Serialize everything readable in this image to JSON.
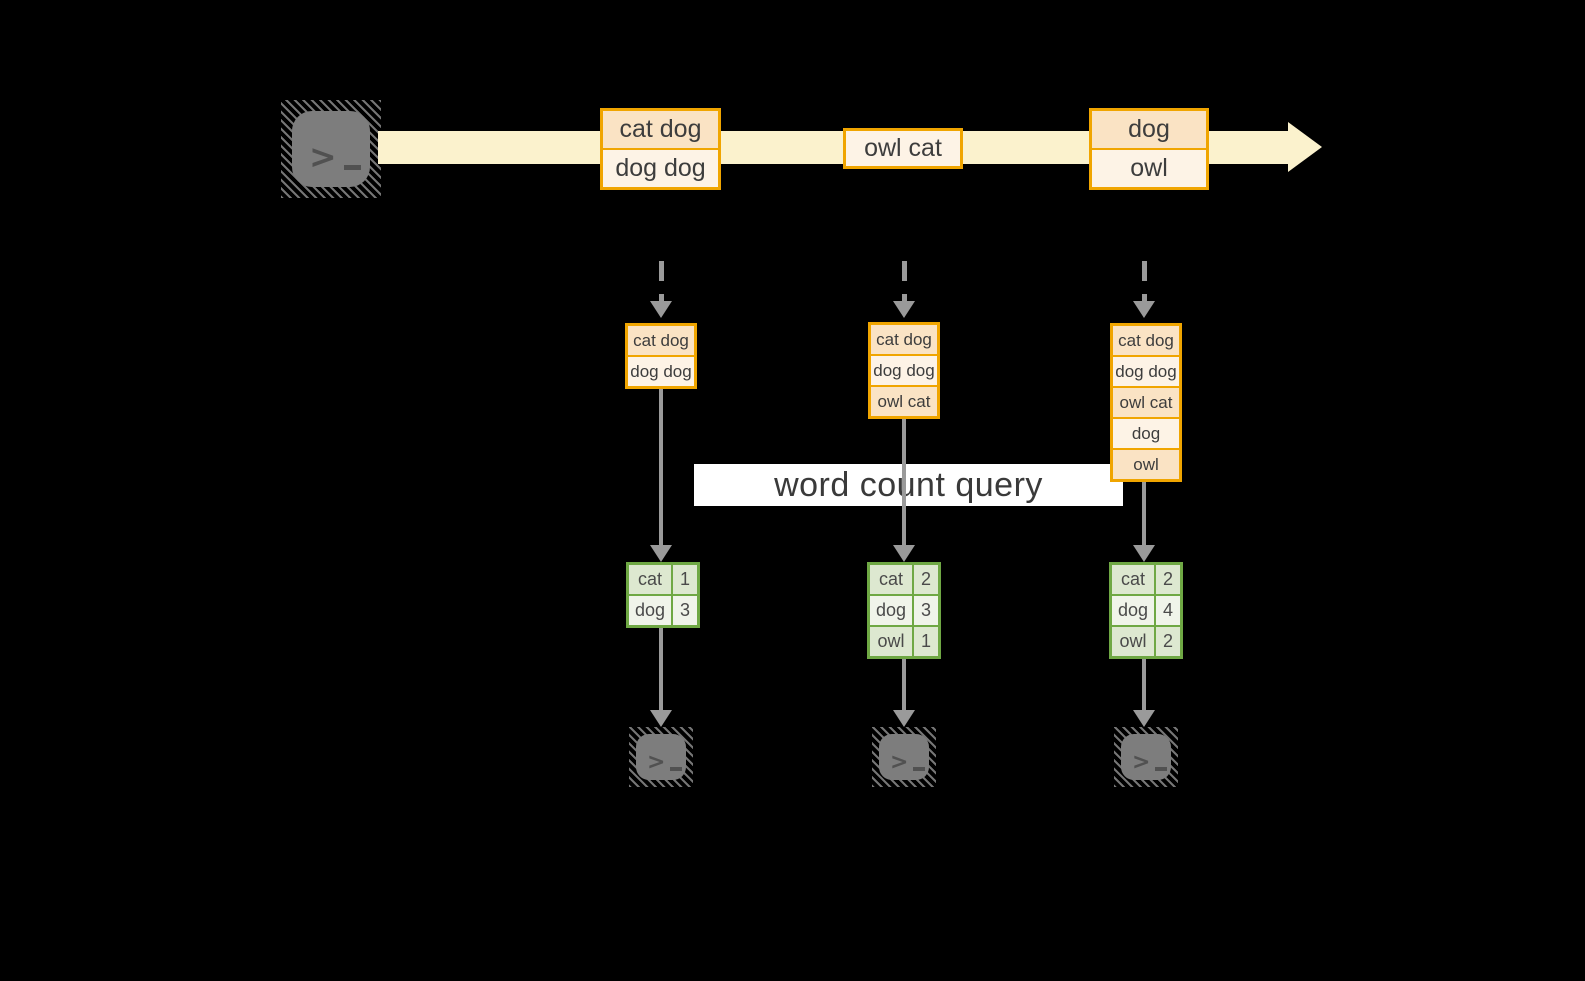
{
  "diagram": {
    "query_label": "word count query",
    "stream": {
      "source_icon": "terminal-icon",
      "sink_icon": "terminal-icon",
      "arrowhead_icon": "right-arrowhead-icon",
      "events": [
        {
          "rows": [
            "cat dog",
            "dog dog"
          ]
        },
        {
          "rows": [
            "owl cat"
          ]
        },
        {
          "rows": [
            "dog",
            "owl"
          ]
        }
      ]
    },
    "snapshots": [
      {
        "buffer": [
          "cat dog",
          "dog dog"
        ],
        "counts": [
          {
            "word": "cat",
            "count": "1"
          },
          {
            "word": "dog",
            "count": "3"
          }
        ]
      },
      {
        "buffer": [
          "cat dog",
          "dog dog",
          "owl cat"
        ],
        "counts": [
          {
            "word": "cat",
            "count": "2"
          },
          {
            "word": "dog",
            "count": "3"
          },
          {
            "word": "owl",
            "count": "1"
          }
        ]
      },
      {
        "buffer": [
          "cat dog",
          "dog dog",
          "owl cat",
          "dog",
          "owl"
        ],
        "counts": [
          {
            "word": "cat",
            "count": "2"
          },
          {
            "word": "dog",
            "count": "4"
          },
          {
            "word": "owl",
            "count": "2"
          }
        ]
      }
    ],
    "colors": {
      "background": "#000000",
      "stream_band": "#fbf2cd",
      "event_border": "#f0a500",
      "event_fill_dark": "#fae3c4",
      "event_fill_light": "#fdf3e6",
      "table_border": "#6fa844",
      "table_fill_dark": "#dde8d0",
      "table_fill_light": "#f0f4ea",
      "arrow_gray": "#9a9a9a",
      "terminal_gray": "#7d7d7d",
      "banner_bg": "#ffffff",
      "text_dark": "#3d3d3d"
    }
  }
}
